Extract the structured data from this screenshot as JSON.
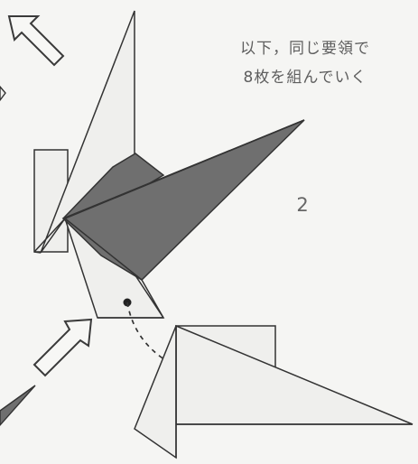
{
  "instruction": {
    "line1": "以下，同じ要領で",
    "line2": "8枚を組んでいく"
  },
  "step_number": "2",
  "colors": {
    "background": "#f5f5f3",
    "paper_light": "#eeeeec",
    "paper_dark": "#6f6f6f",
    "line": "#333333"
  },
  "icons": {
    "arrow_top_left": "outline-arrow-up-left",
    "arrow_bottom_left": "outline-arrow-up-right",
    "curved_arrow": "dashed-curved-arrow"
  }
}
